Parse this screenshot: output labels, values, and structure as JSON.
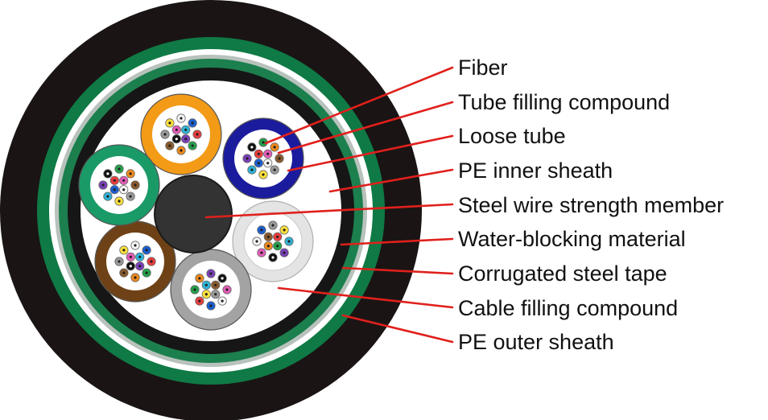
{
  "labels": [
    "Fiber",
    "Tube filling compound",
    "Loose tube",
    "PE inner sheath",
    "Steel wire strength member",
    "Water-blocking material",
    "Corrugated steel tape",
    "Cable filling compound",
    "PE outer sheath"
  ],
  "colors": {
    "outer_sheath": "#1a1414",
    "steel_tape_green": "#0f7a45",
    "water_blocking": "#ffffff",
    "inner_sheath": "#161616",
    "core_fill": "#ffffff",
    "central_member": "#333333",
    "leader_line": "#e0201c"
  },
  "tube_colors": [
    "#f39a17",
    "#1b1b9e",
    "#e4e4e4",
    "#a3a3a3",
    "#6e4216",
    "#1a9a67"
  ],
  "fiber_colors": [
    "#f5f5f5",
    "#1b5fd1",
    "#e93c3c",
    "#24a14a",
    "#f08a1c",
    "#8a5a2b",
    "#9a9a9a",
    "#ffe23a",
    "#2fb3d6",
    "#7a3fb8",
    "#111111",
    "#e45cb8"
  ]
}
